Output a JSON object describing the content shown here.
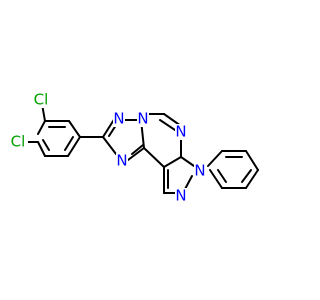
{
  "molecule": {
    "atoms": {
      "cl_top": {
        "label": "Cl",
        "color": "#00a000"
      },
      "cl_left": {
        "label": "Cl",
        "color": "#00a000"
      },
      "n_triazole_top": {
        "label": "N",
        "color": "#0000ff"
      },
      "n_bridge": {
        "label": "N",
        "color": "#0000ff"
      },
      "n_triazole_bottom": {
        "label": "N",
        "color": "#0000ff"
      },
      "n_pyrimidine": {
        "label": "N",
        "color": "#0000ff"
      },
      "n_phenyl": {
        "label": "N",
        "color": "#0000ff"
      },
      "n_pyrazole": {
        "label": "N",
        "color": "#0000ff"
      }
    }
  }
}
